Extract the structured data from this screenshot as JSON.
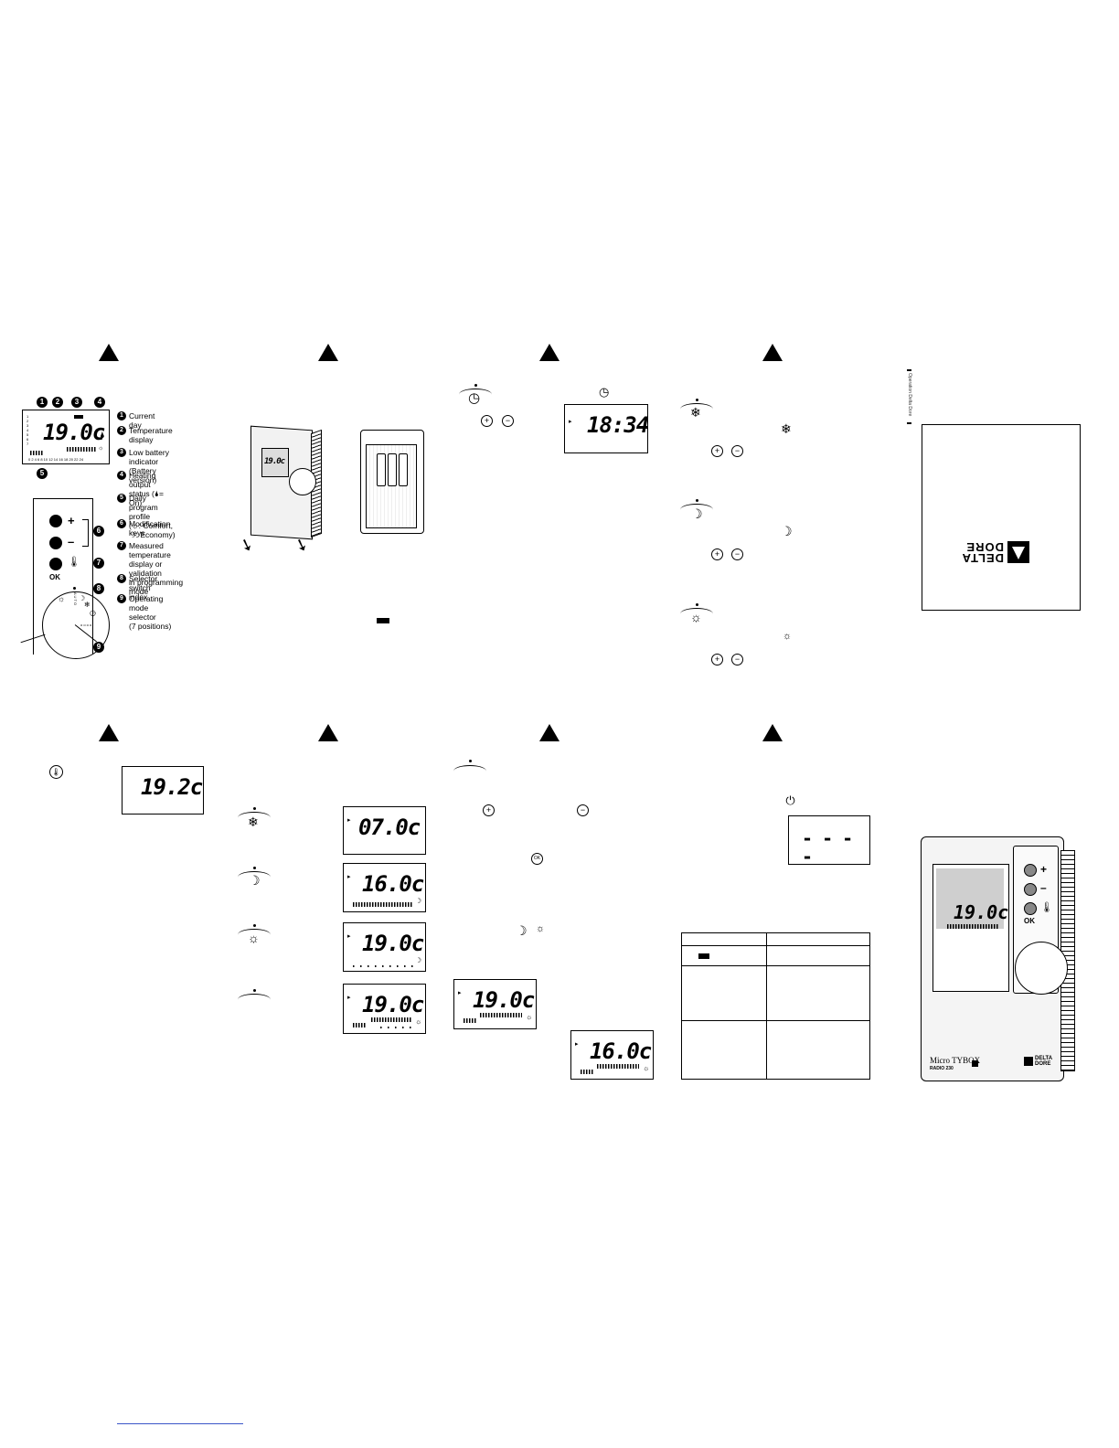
{
  "diagram": {
    "lcd_temperature": "19.0c",
    "lcd_hours": "0 2 4 6 8 10 12 14 16 18 20 22 24",
    "callouts": [
      "1",
      "2",
      "3",
      "4",
      "5",
      "6",
      "7",
      "8",
      "9"
    ],
    "plus_label": "+",
    "minus_label": "–",
    "ok_label": "OK",
    "selector_auto": "A U T O",
    "selector_dots": "o o o o"
  },
  "legend": [
    {
      "num": "1",
      "text": "Current day"
    },
    {
      "num": "2",
      "text": "Temperature\ndisplay"
    },
    {
      "num": "3",
      "text": "Low battery indicator\n(Battery version)"
    },
    {
      "num": "4",
      "text": "Heating output\nstatus (🌢= On)"
    },
    {
      "num": "5",
      "text": "Daily program profile\n(☼: Comfort, ☽: Economy)"
    },
    {
      "num": "6",
      "text": "Modification\nkeys"
    },
    {
      "num": "7",
      "text": "Measured temperature\ndisplay or validation\nin programming mode"
    },
    {
      "num": "8",
      "text": "Selector\nswitch index"
    },
    {
      "num": "9",
      "text": "Operating\nmode selector\n(7 positions)"
    }
  ],
  "device_small": {
    "lcd": "19.0c"
  },
  "clock_display": "18:34",
  "displays": {
    "measured": "19.2c",
    "frost": "07.0c",
    "economy": "16.0c",
    "comfort": "19.0c",
    "auto": "19.0c",
    "override_a": "19.0c",
    "override_b": "16.0c",
    "off": "- - - -"
  },
  "brand": {
    "logo_text": "DELTA DORE",
    "side_text": "Operation Delta Dore"
  },
  "product": {
    "lcd": "19.0c",
    "plus": "+",
    "minus": "–",
    "ok": "OK",
    "name": "Micro TYBOX",
    "model": "RADIO 230",
    "brand": "DELTA DORE"
  },
  "icons": {
    "clock": "clock-icon",
    "frost": "snowflake-icon",
    "economy": "moon-icon",
    "comfort": "sun-icon",
    "thermometer": "thermometer-icon",
    "battery": "battery-icon",
    "power": "power-icon"
  }
}
